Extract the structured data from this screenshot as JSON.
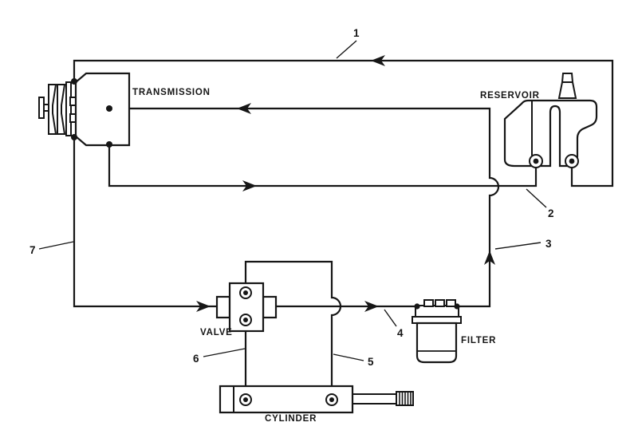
{
  "diagram": {
    "type": "hydraulic-circuit-schematic",
    "components": {
      "transmission": {
        "label": "TRANSMISSION"
      },
      "reservoir": {
        "label": "RESERVOIR"
      },
      "valve": {
        "label": "VALVE"
      },
      "filter": {
        "label": "FILTER"
      },
      "cylinder": {
        "label": "CYLINDER"
      }
    },
    "callouts": {
      "1": "1",
      "2": "2",
      "3": "3",
      "4": "4",
      "5": "5",
      "6": "6",
      "7": "7"
    },
    "colors": {
      "ink": "#161616",
      "background": "#ffffff"
    }
  }
}
